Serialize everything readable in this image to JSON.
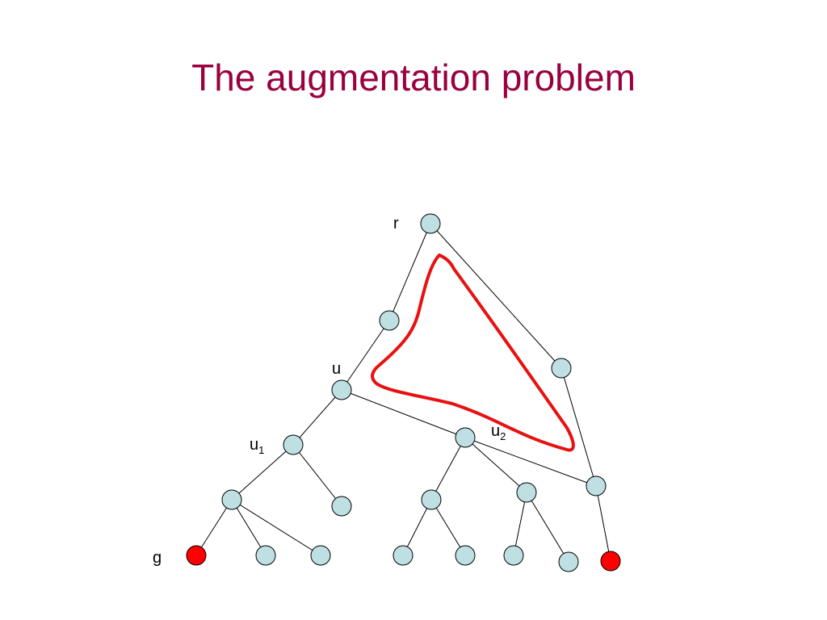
{
  "title": "The augmentation problem",
  "colors": {
    "title": "#990040",
    "node_fill": "#bfe0e3",
    "node_highlight": "#ff0000",
    "cycle": "#e81010"
  },
  "tree": {
    "nodes": [
      {
        "id": "r"
      },
      {
        "id": "a"
      },
      {
        "id": "b"
      },
      {
        "id": "u"
      },
      {
        "id": "u1"
      },
      {
        "id": "u2"
      },
      {
        "id": "c"
      },
      {
        "id": "d"
      },
      {
        "id": "e"
      },
      {
        "id": "f"
      },
      {
        "id": "g"
      },
      {
        "id": "h"
      },
      {
        "id": "i"
      },
      {
        "id": "j"
      },
      {
        "id": "k"
      },
      {
        "id": "l"
      },
      {
        "id": "m"
      },
      {
        "id": "n"
      },
      {
        "id": "o",
        "highlight": true
      },
      {
        "id": "g_leaf",
        "highlight": true
      }
    ],
    "edges": [
      [
        "r",
        "a"
      ],
      [
        "r",
        "b"
      ],
      [
        "a",
        "u"
      ],
      [
        "b",
        "c"
      ],
      [
        "u",
        "u1"
      ],
      [
        "u",
        "u2"
      ],
      [
        "u2",
        "c"
      ],
      [
        "u1",
        "d"
      ],
      [
        "u1",
        "e"
      ],
      [
        "d",
        "g_leaf"
      ],
      [
        "d",
        "h"
      ],
      [
        "d",
        "i"
      ],
      [
        "u2",
        "f"
      ],
      [
        "u2",
        "g"
      ],
      [
        "f",
        "j"
      ],
      [
        "f",
        "k"
      ],
      [
        "g",
        "l"
      ],
      [
        "g",
        "m"
      ],
      [
        "c",
        "o"
      ]
    ],
    "labels": {
      "r": "r",
      "u": "u",
      "u1": "u",
      "u1_sub": "1",
      "u2": "u",
      "u2_sub": "2",
      "g": "g"
    }
  }
}
